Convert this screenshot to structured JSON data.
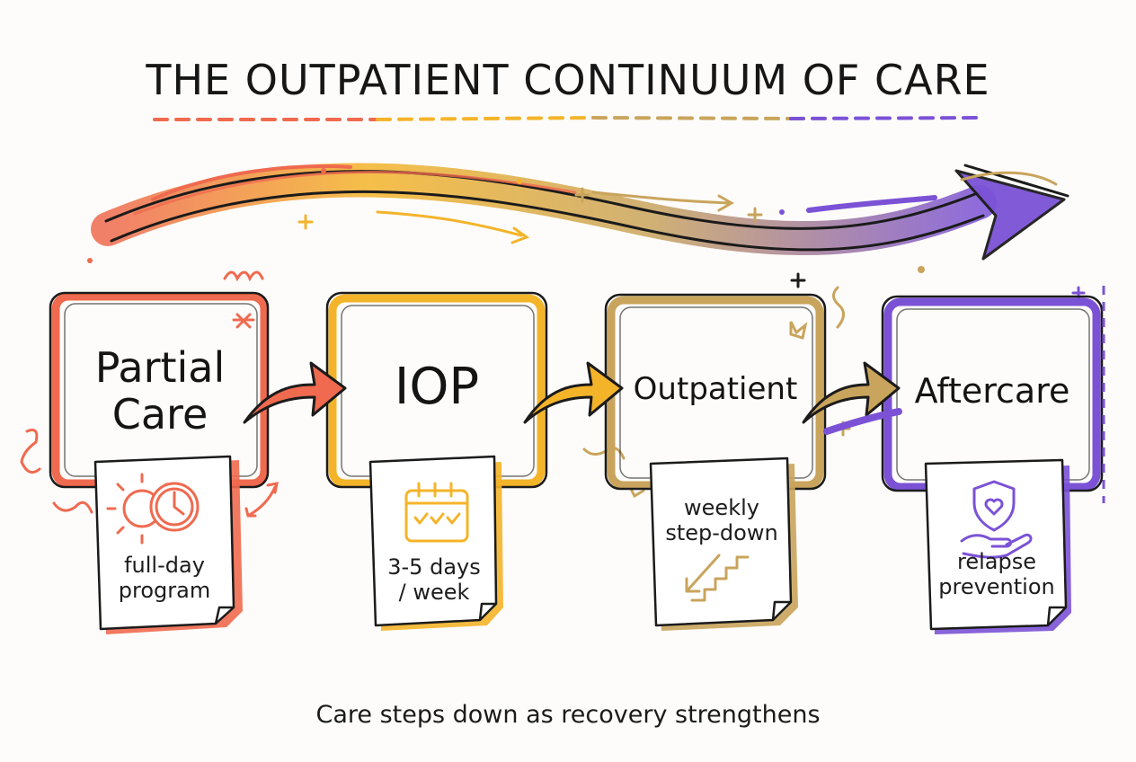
{
  "diagram": {
    "title": "THE OUTPATIENT CONTINUUM OF CARE",
    "caption": "Care steps down as recovery strengthens",
    "stages": [
      {
        "label_line1": "Partial",
        "label_line2": "Care",
        "note_line1": "full-day",
        "note_line2": "program",
        "icon": "sun-clock-icon",
        "color": "#ef6a4f"
      },
      {
        "label_line1": "IOP",
        "note_line1": "3-5 days",
        "note_line2": "/ week",
        "icon": "calendar-check-icon",
        "color": "#f4b42a"
      },
      {
        "label_line1": "Outpatient",
        "note_line1": "weekly",
        "note_line2": "step-down",
        "icon": "stairs-down-icon",
        "color": "#c9a45c"
      },
      {
        "label_line1": "Aftercare",
        "note_line1": "relapse",
        "note_line2": "prevention",
        "icon": "heart-shield-hand-icon",
        "color": "#7b52d6"
      }
    ]
  }
}
